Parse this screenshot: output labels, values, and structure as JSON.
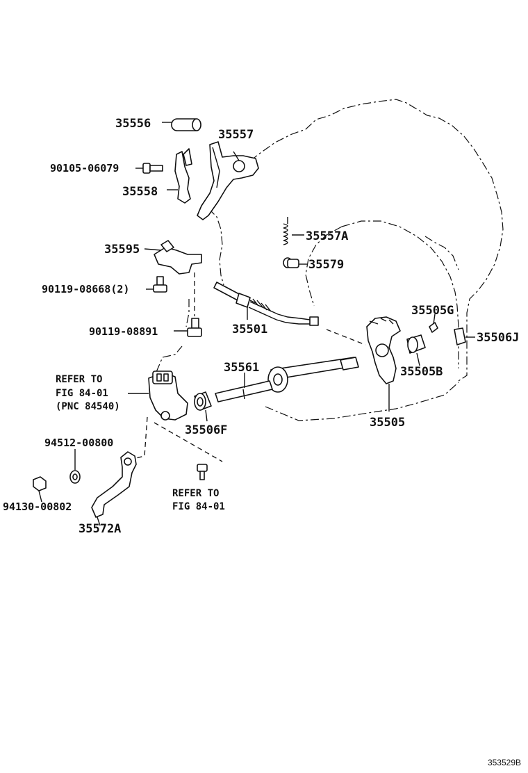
{
  "parts": {
    "p35556": "35556",
    "p35557": "35557",
    "p90105": "90105-06079",
    "p35558": "35558",
    "p35557A": "35557A",
    "p35595": "35595",
    "p35579": "35579",
    "p90119a": "90119-08668(2)",
    "p35505G": "35505G",
    "p35501": "35501",
    "p90119b": "90119-08891",
    "p35506J": "35506J",
    "p35561": "35561",
    "p35505B": "35505B",
    "p35505": "35505",
    "p35506F": "35506F",
    "p94512": "94512-00800",
    "p94130": "94130-00802",
    "p35572A": "35572A"
  },
  "refs": {
    "refer1_line1": "REFER TO",
    "refer1_line2": "FIG 84-01",
    "refer1_line3": "(PNC 84540)",
    "refer2_line1": "REFER TO",
    "refer2_line2": "FIG 84-01"
  },
  "figure_id": "353529B"
}
